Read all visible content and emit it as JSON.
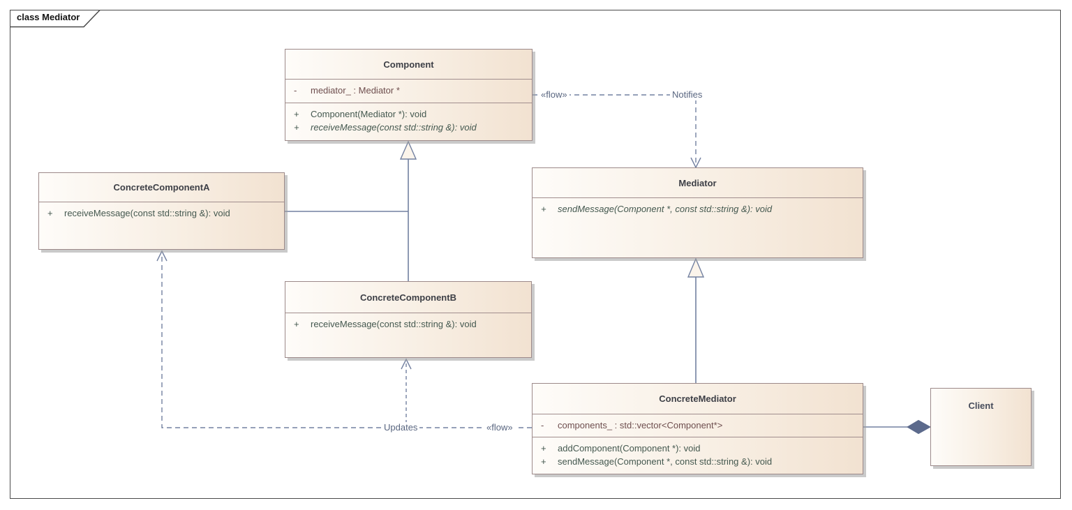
{
  "frame": {
    "label": "class Mediator"
  },
  "classes": {
    "component": {
      "name": "Component",
      "attrs": [
        {
          "sign": "-",
          "text": "mediator_ : Mediator *"
        }
      ],
      "ops": [
        {
          "sign": "+",
          "text": "Component(Mediator *): void"
        },
        {
          "sign": "+",
          "text": "receiveMessage(const std::string &): void"
        }
      ]
    },
    "concreteComponentA": {
      "name": "ConcreteComponentA",
      "ops": [
        {
          "sign": "+",
          "text": "receiveMessage(const std::string &): void"
        }
      ]
    },
    "mediator": {
      "name": "Mediator",
      "ops": [
        {
          "sign": "+",
          "text": "sendMessage(Component *, const std::string &): void"
        }
      ]
    },
    "concreteComponentB": {
      "name": "ConcreteComponentB",
      "ops": [
        {
          "sign": "+",
          "text": "receiveMessage(const std::string &): void"
        }
      ]
    },
    "concreteMediator": {
      "name": "ConcreteMediator",
      "attrs": [
        {
          "sign": "-",
          "text": "components_ : std::vector<Component*>"
        }
      ],
      "ops": [
        {
          "sign": "+",
          "text": "addComponent(Component *): void"
        },
        {
          "sign": "+",
          "text": "sendMessage(Component *, const std::string &): void"
        }
      ]
    },
    "client": {
      "name": "Client"
    }
  },
  "connectors": {
    "notifies": {
      "stereotype": "«flow»",
      "name": "Notifies"
    },
    "updates": {
      "stereotype": "«flow»",
      "name": "Updates"
    }
  },
  "colors": {
    "connector_line": "#7280a0",
    "box_border": "#9c8989",
    "box_fill_left": "#fefcf9",
    "box_fill_right": "#f2e2d1",
    "attribute_text": "#6e4e4e",
    "operation_text": "#44584f",
    "label_text": "#596680",
    "composition_diamond": "#5c6a8c"
  }
}
